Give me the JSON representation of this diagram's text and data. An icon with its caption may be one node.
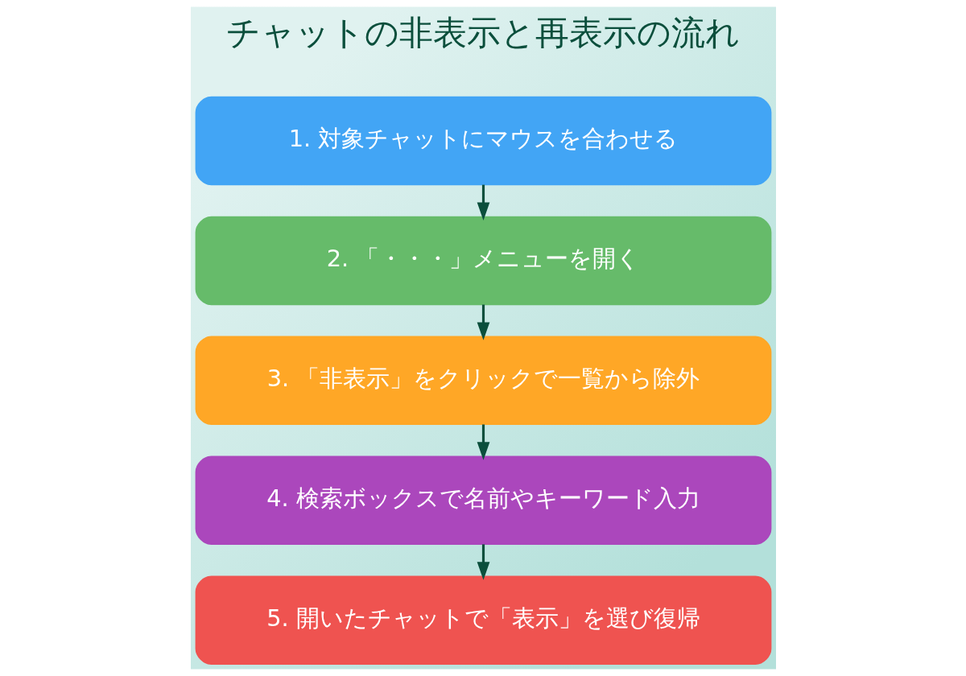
{
  "diagram": {
    "title": "チャットの非表示と再表示の流れ",
    "nodes": [
      {
        "text": [
          "1. 対象チャットにマウスを合わせる"
        ]
      },
      {
        "text": [
          "2. 「・・・」メニューを開く"
        ]
      },
      {
        "text": [
          "3. 「非表示」をクリックで一覧から除外"
        ]
      },
      {
        "text": [
          "4. 検索ボックスで名前やキーワード入力"
        ]
      },
      {
        "text": [
          "5. 開いたチャットで「表示」を選び復帰"
        ]
      }
    ],
    "edges": [
      {
        "from": 0,
        "to": 1,
        "arrow": "to"
      },
      {
        "from": 1,
        "to": 2,
        "arrow": "to"
      },
      {
        "from": 2,
        "to": 3,
        "arrow": "to"
      },
      {
        "from": 3,
        "to": 4,
        "arrow": "to"
      }
    ]
  }
}
